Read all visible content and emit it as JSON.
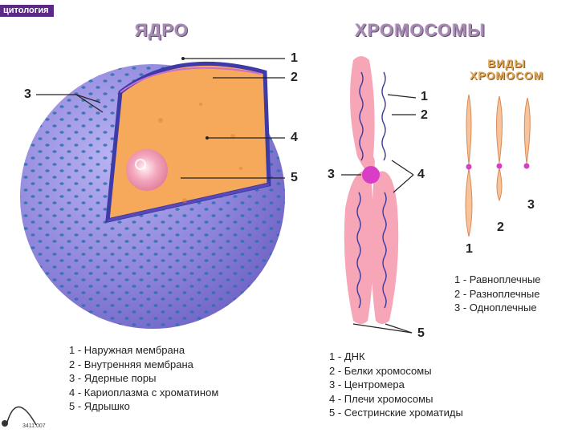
{
  "badge": "цитология",
  "titles": {
    "nucleus": "ЯДРО",
    "chromosomes": "ХРОМОСОМЫ",
    "types_line1": "ВИДЫ",
    "types_line2": "ХРОМОСОМ"
  },
  "nucleus_callouts": [
    "1",
    "2",
    "3",
    "4",
    "5"
  ],
  "chromosome_callouts": [
    "1",
    "2",
    "3",
    "4",
    "5"
  ],
  "types_callouts": [
    "1",
    "2",
    "3"
  ],
  "nucleus_legend": [
    "1 - Наружная мембрана",
    "2 - Внутренняя мембрана",
    "3 - Ядерные поры",
    "4 - Кариоплазма с хроматином",
    "5 - Ядрышко"
  ],
  "chromosome_legend": [
    "1 - ДНК",
    "2 - Белки хромосомы",
    "3 - Центромера",
    "4 - Плечи хромосомы",
    "5 - Сестринские хроматиды"
  ],
  "types_legend": [
    "1 - Равноплечные",
    "2 - Разноплечные",
    "3 - Одноплечные"
  ],
  "code": "3411.007",
  "colors": {
    "sphere": "#8f86dc",
    "karyoplasm": "#f6a95a",
    "chromatid": "#f7a6b8",
    "centromere": "#d93cc6",
    "dna": "#3a3a9a",
    "type_chromosome": "#f7c39a"
  }
}
